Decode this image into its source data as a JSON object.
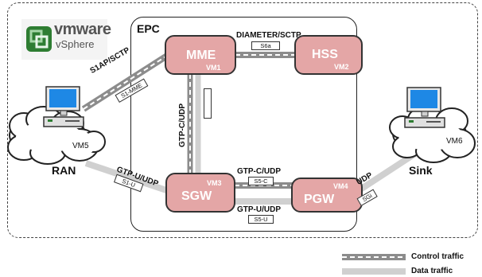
{
  "logo": {
    "brand": "vmware",
    "product": "vSphere"
  },
  "epc_title": "EPC",
  "nodes": {
    "mme": {
      "name": "MME",
      "vm": "VM1"
    },
    "hss": {
      "name": "HSS",
      "vm": "VM2"
    },
    "sgw": {
      "name": "SGW",
      "vm": "VM3"
    },
    "pgw": {
      "name": "PGW",
      "vm": "VM4"
    }
  },
  "ran": {
    "label": "RAN",
    "vm": "VM5"
  },
  "sink": {
    "label": "Sink",
    "vm": "VM6"
  },
  "links": {
    "mme_hss": {
      "protocol": "DIAMETER/SCTP",
      "interface": "S6a"
    },
    "ran_mme": {
      "protocol": "S1AP/SCTP",
      "interface": "S1-MME"
    },
    "mme_sgw": {
      "protocol": "GTP-C/UDP"
    },
    "ran_sgw": {
      "protocol": "GTP-U/UDP",
      "interface": "S1-U"
    },
    "sgw_pgw_c": {
      "protocol": "GTP-C/UDP",
      "interface": "S5-C"
    },
    "sgw_pgw_u": {
      "protocol": "GTP-U/UDP",
      "interface": "S5-U"
    },
    "pgw_sink": {
      "protocol": "UDP",
      "interface": "SGi"
    }
  },
  "legend": {
    "control": "Control traffic",
    "data": "Data traffic"
  },
  "colors": {
    "node_fill": "#e4a6a6",
    "control_line": "#8c8c8c",
    "data_line": "#d0d0d0"
  }
}
